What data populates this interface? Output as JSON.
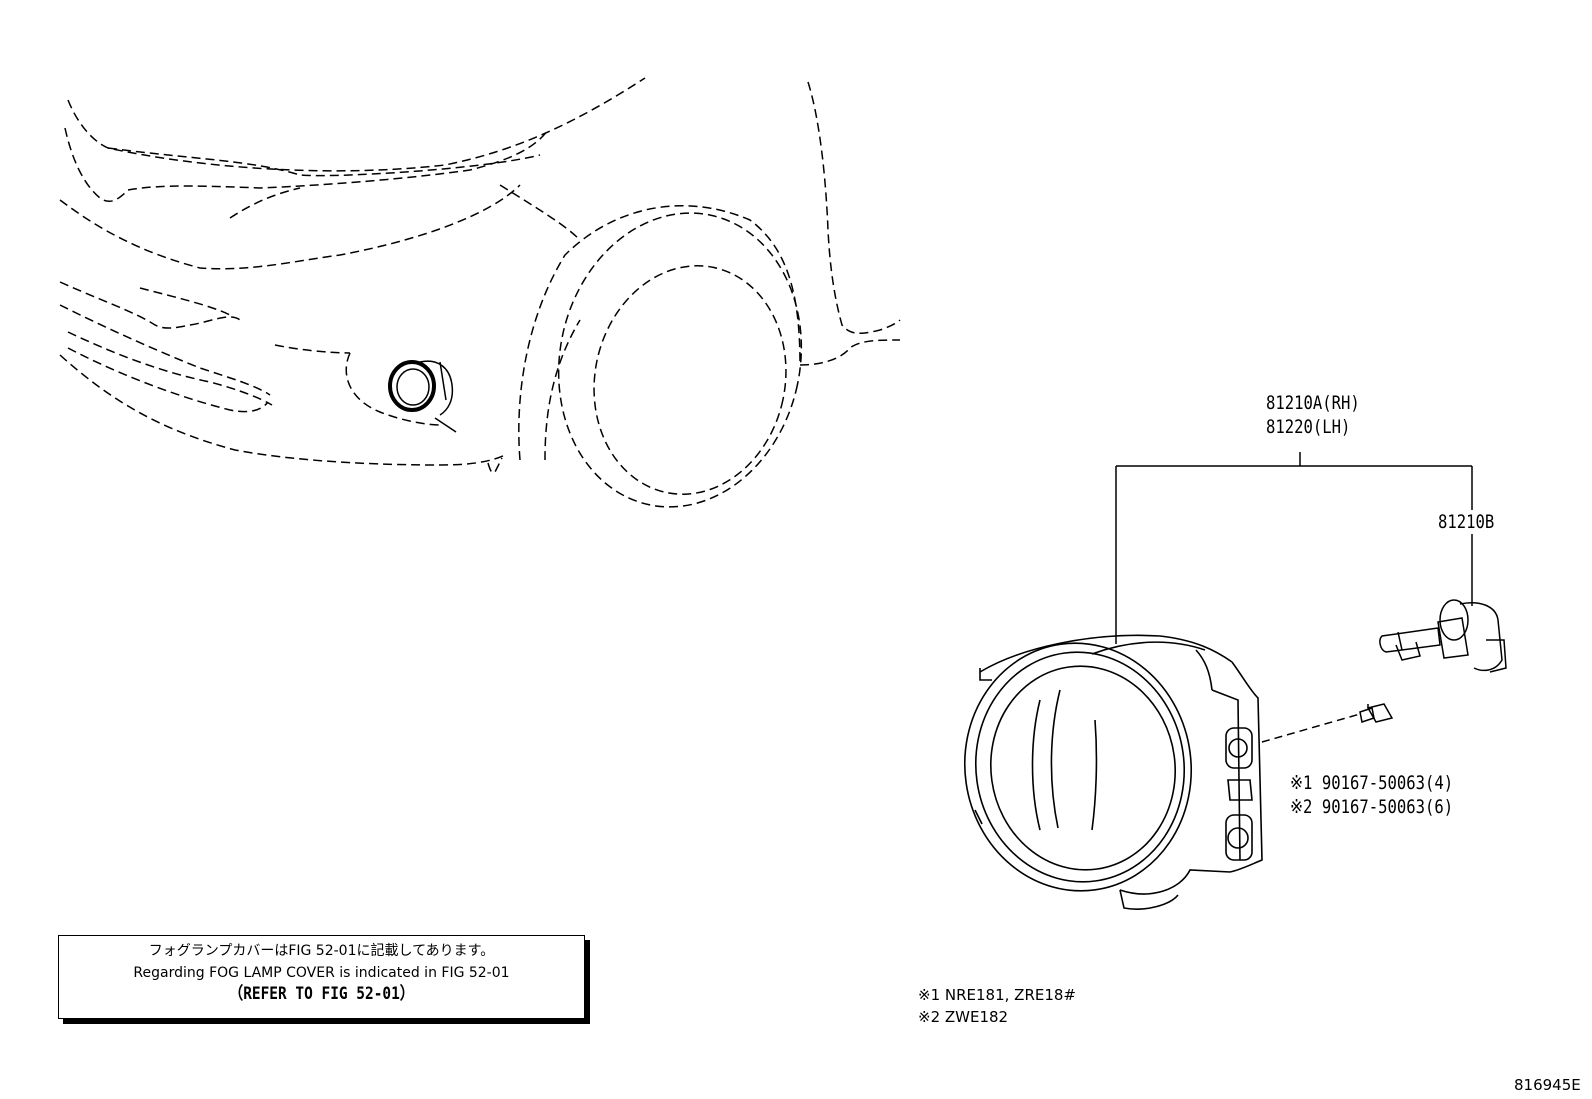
{
  "parts": {
    "lamp_rh": "81210A(RH)",
    "lamp_lh": "81220(LH)",
    "bulb": "81210B",
    "screw_1": "※1 90167-50063(4)",
    "screw_2": "※2 90167-50063(6)"
  },
  "applicability": {
    "note_1": "※1 NRE181, ZRE18#",
    "note_2": "※2 ZWE182"
  },
  "note_box": {
    "japanese": "フォグランプカバーはFIG 52-01に記載してあります。",
    "english": "Regarding FOG LAMP COVER is indicated in FIG 52-01",
    "reference": "（REFER TO FIG 52-01）"
  },
  "figure_id": "816945E",
  "colors": {
    "line": "#000000",
    "background": "#ffffff"
  }
}
